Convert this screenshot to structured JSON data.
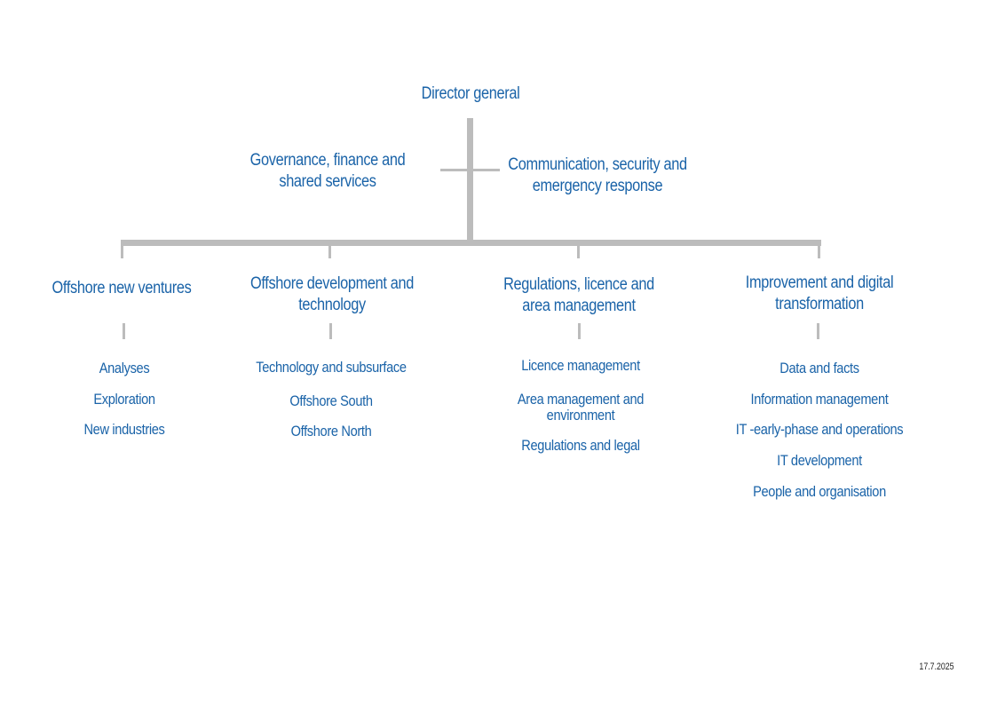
{
  "director": "Director general",
  "staff_left": "Governance, finance and shared services",
  "staff_right": "Communication, security and emergency response",
  "divisions": [
    {
      "title": "Offshore new ventures",
      "units": [
        "Analyses",
        "Exploration",
        "New industries"
      ]
    },
    {
      "title": "Offshore development and technology",
      "units": [
        "Technology and subsurface",
        "Offshore South",
        "Offshore North"
      ]
    },
    {
      "title": "Regulations, licence and area management",
      "units": [
        "Licence management",
        "Area management and environment",
        "Regulations and legal"
      ]
    },
    {
      "title": "Improvement and digital transformation",
      "units": [
        "Data and facts",
        "Information management",
        "IT -early-phase and operations",
        "IT development",
        "People and organisation"
      ]
    }
  ],
  "date": "17.7.2025",
  "colors": {
    "text": "#1a63a8",
    "line": "#bcbcbc"
  }
}
